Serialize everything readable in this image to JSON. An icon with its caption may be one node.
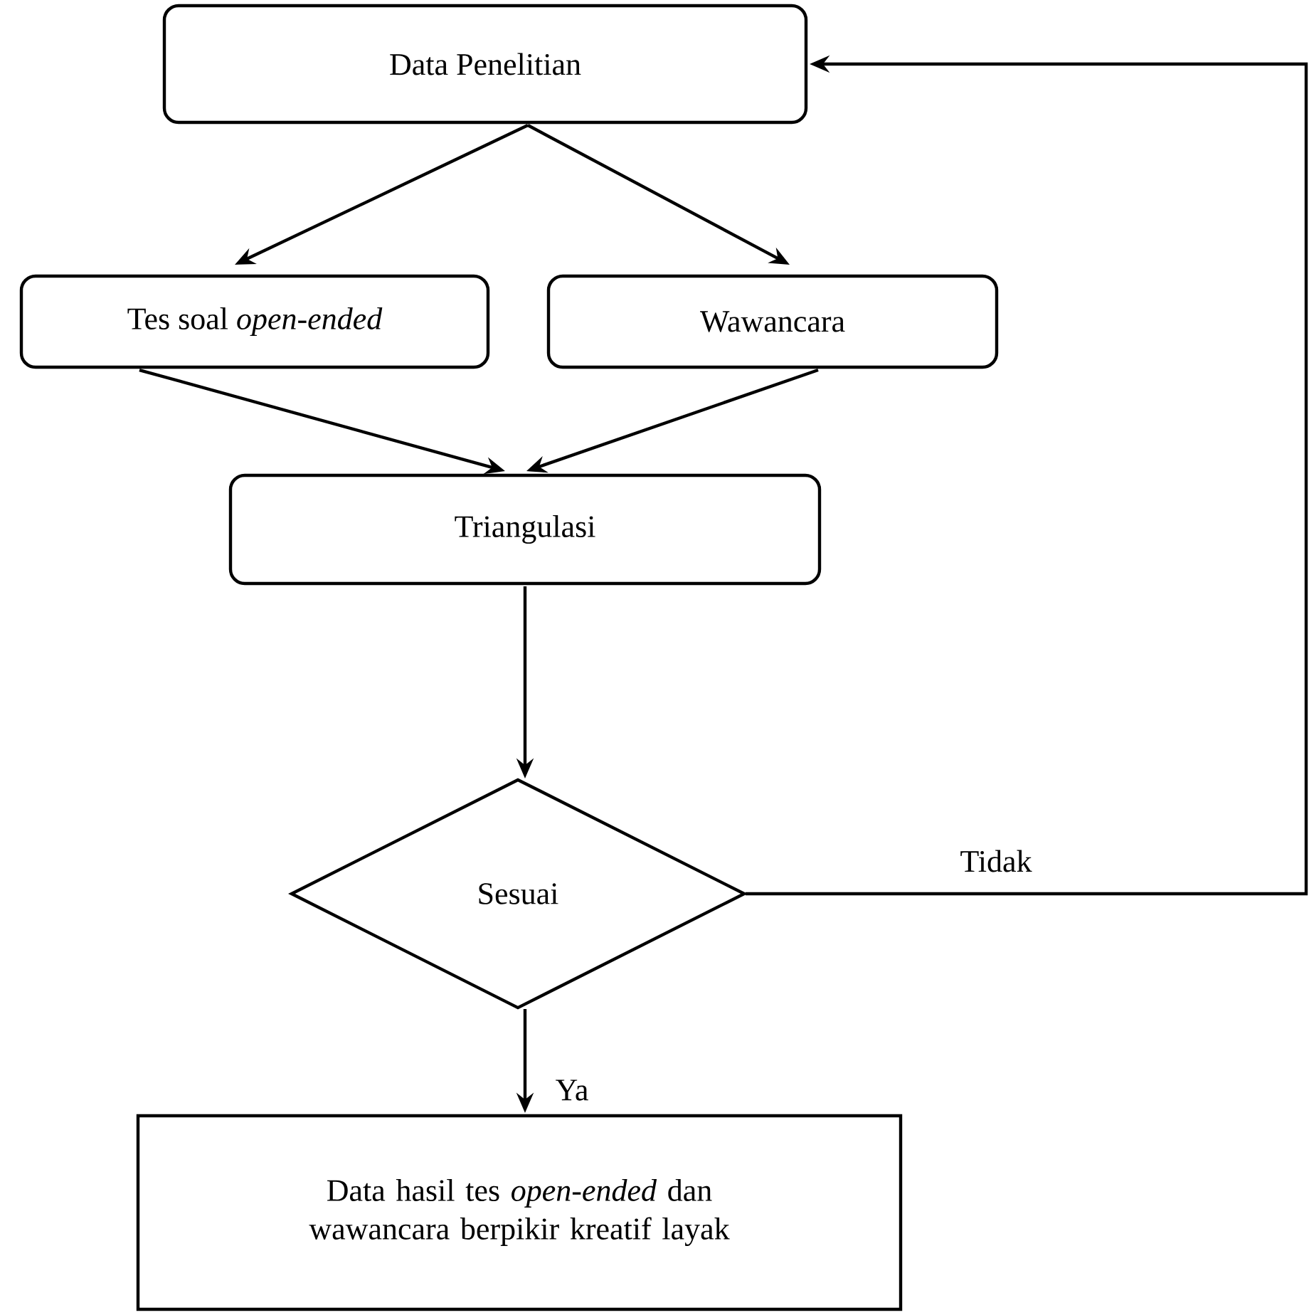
{
  "diagram": {
    "nodes": [
      {
        "text": [
          "Data Penelitian"
        ]
      },
      {
        "text": [
          "Tes soal *open-ended*"
        ]
      },
      {
        "text": [
          "Wawancara"
        ]
      },
      {
        "text": [
          "Triangulasi"
        ]
      },
      {
        "text": [
          "Sesuai"
        ]
      },
      {
        "text": [
          "Data hasil tes *open-ended* dan wawancara berpikir kreatif layak"
        ]
      }
    ],
    "edges": [
      {
        "from": 0,
        "to": 1,
        "arrow": "to"
      },
      {
        "from": 0,
        "to": 2,
        "arrow": "to"
      },
      {
        "from": 1,
        "to": 3,
        "arrow": "to"
      },
      {
        "from": 2,
        "to": 3,
        "arrow": "to"
      },
      {
        "from": 3,
        "to": 4,
        "arrow": "to"
      },
      {
        "from": 4,
        "to": 0,
        "arrow": "to",
        "label": "Tidak"
      },
      {
        "from": 4,
        "to": 5,
        "arrow": "to",
        "label": "Ya"
      }
    ]
  }
}
